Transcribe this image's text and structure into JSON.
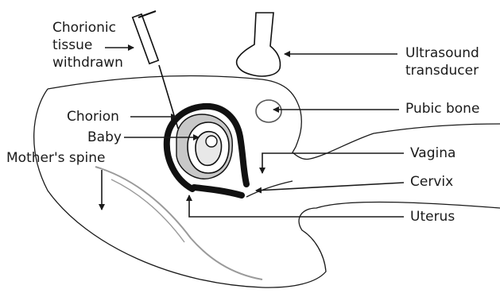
{
  "labels": {
    "chorionic_line1": "Chorionic",
    "chorionic_line2": "tissue",
    "chorionic_line3": "withdrawn",
    "ultrasound_line1": "Ultrasound",
    "ultrasound_line2": "transducer",
    "chorion": "Chorion",
    "baby": "Baby",
    "mothers_spine": "Mother's spine",
    "pubic_bone": "Pubic bone",
    "vagina": "Vagina",
    "cervix": "Cervix",
    "uterus": "Uterus"
  },
  "colors": {
    "outline": "#1a1a1a",
    "chorion_fill": "#c8c8c8",
    "background": "#ffffff"
  }
}
